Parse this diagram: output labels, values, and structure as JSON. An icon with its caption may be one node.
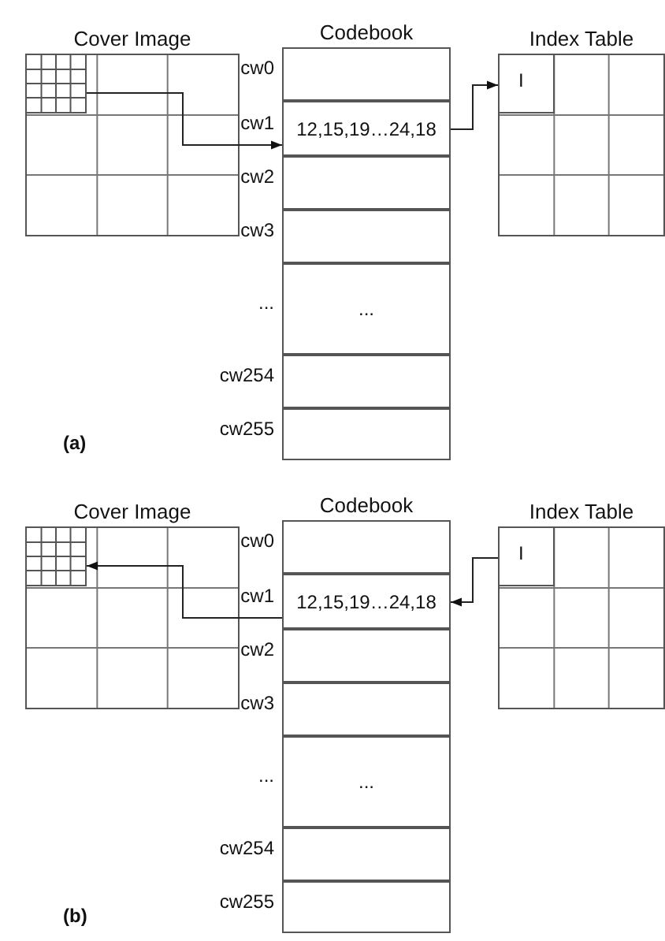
{
  "diagram": {
    "nodes": [
      {
        "text": [
          "Cover Image"
        ]
      },
      {
        "text": [],
        "shape": "box",
        "in": 0
      },
      {
        "text": [
          "Codebook"
        ]
      },
      {
        "text": [],
        "shape": "box",
        "in": 2,
        "beside": [
          "cw0"
        ]
      },
      {
        "text": [
          "12,15,19…24,18"
        ],
        "in": 2,
        "beside": [
          "cw1"
        ]
      },
      {
        "text": [],
        "shape": "box",
        "in": 2,
        "beside": [
          "cw2"
        ]
      },
      {
        "text": [],
        "shape": "box",
        "in": 2,
        "beside": [
          "cw3"
        ]
      },
      {
        "text": [
          "..."
        ],
        "in": 2,
        "beside": [
          "..."
        ]
      },
      {
        "text": [],
        "shape": "box",
        "in": 2,
        "beside": [
          "cw254"
        ]
      },
      {
        "text": [],
        "shape": "box",
        "in": 2,
        "beside": [
          "cw255"
        ]
      },
      {
        "text": [
          "Index Table"
        ]
      },
      {
        "text": [
          "I"
        ],
        "in": 10
      },
      {
        "text": [
          "Cover Image"
        ]
      },
      {
        "text": [],
        "shape": "box",
        "in": 12
      },
      {
        "text": [
          "Codebook"
        ]
      },
      {
        "text": [],
        "shape": "box",
        "in": 14,
        "beside": [
          "cw0"
        ]
      },
      {
        "text": [
          "12,15,19…24,18"
        ],
        "in": 14,
        "beside": [
          "cw1"
        ]
      },
      {
        "text": [],
        "shape": "box",
        "in": 14,
        "beside": [
          "cw2"
        ]
      },
      {
        "text": [],
        "shape": "box",
        "in": 14,
        "beside": [
          "cw3"
        ]
      },
      {
        "text": [
          "..."
        ],
        "in": 14,
        "beside": [
          "..."
        ]
      },
      {
        "text": [],
        "shape": "box",
        "in": 14,
        "beside": [
          "cw254"
        ]
      },
      {
        "text": [],
        "shape": "box",
        "in": 14,
        "beside": [
          "cw255"
        ]
      },
      {
        "text": [
          "Index Table"
        ]
      },
      {
        "text": [
          "I"
        ],
        "in": 22
      }
    ],
    "edges": [
      {
        "from": 1,
        "to": 4,
        "arrow": "to"
      },
      {
        "from": 4,
        "to": 11,
        "arrow": "to"
      },
      {
        "from": 23,
        "to": 16,
        "arrow": "to"
      },
      {
        "from": 16,
        "to": 13,
        "arrow": "to"
      }
    ],
    "labels": [
      "(a)",
      "(b)"
    ]
  }
}
